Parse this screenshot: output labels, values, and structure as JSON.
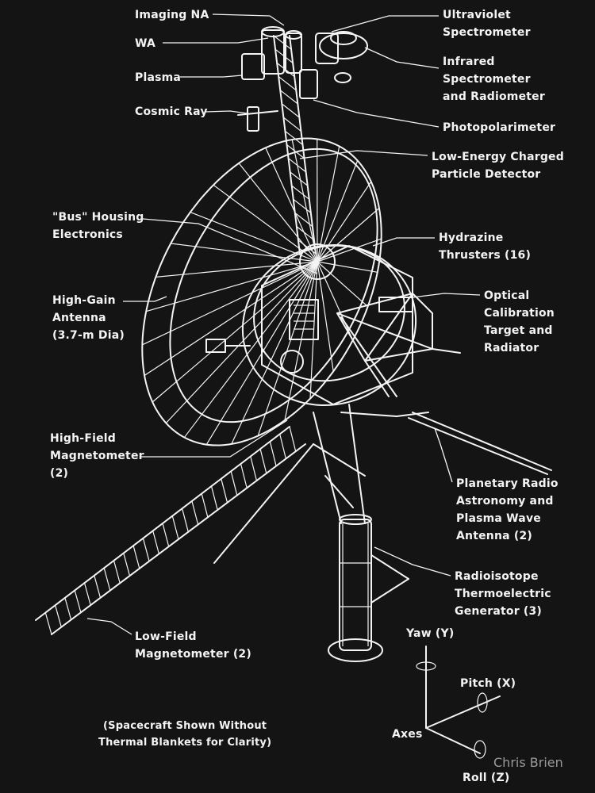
{
  "labels": {
    "imaging_na": "Imaging NA",
    "wa": "WA",
    "plasma": "Plasma",
    "cosmic_ray": "Cosmic Ray",
    "bus_housing": [
      "\"Bus\" Housing",
      "Electronics"
    ],
    "high_gain_antenna": [
      "High-Gain",
      "Antenna",
      "(3.7-m Dia)"
    ],
    "high_field_magnetometer": [
      "High-Field",
      "Magnetometer",
      "(2)"
    ],
    "low_field_magnetometer": [
      "Low-Field",
      "Magnetometer (2)"
    ],
    "ultraviolet_spectrometer": [
      "Ultraviolet",
      "Spectrometer"
    ],
    "infrared_spectrometer": [
      "Infrared",
      "Spectrometer",
      "and Radiometer"
    ],
    "photopolarimeter": "Photopolarimeter",
    "low_energy_detector": [
      "Low-Energy Charged",
      "Particle Detector"
    ],
    "hydrazine_thrusters": [
      "Hydrazine",
      "Thrusters (16)"
    ],
    "optical_calibration": [
      "Optical",
      "Calibration",
      "Target and",
      "Radiator"
    ],
    "planetary_radio": [
      "Planetary Radio",
      "Astronomy and",
      "Plasma Wave",
      "Antenna (2)"
    ],
    "rtg": [
      "Radioisotope",
      "Thermoelectric",
      "Generator (3)"
    ]
  },
  "axes": {
    "yaw": "Yaw (Y)",
    "pitch": "Pitch (X)",
    "axes": "Axes",
    "roll": "Roll (Z)"
  },
  "caption": [
    "(Spacecraft Shown Without",
    "Thermal Blankets for Clarity)"
  ],
  "watermark": "Chris Brien",
  "colors": {
    "background": "#141414",
    "line": "#f4f4f4",
    "watermark": "#9a9a9a"
  }
}
